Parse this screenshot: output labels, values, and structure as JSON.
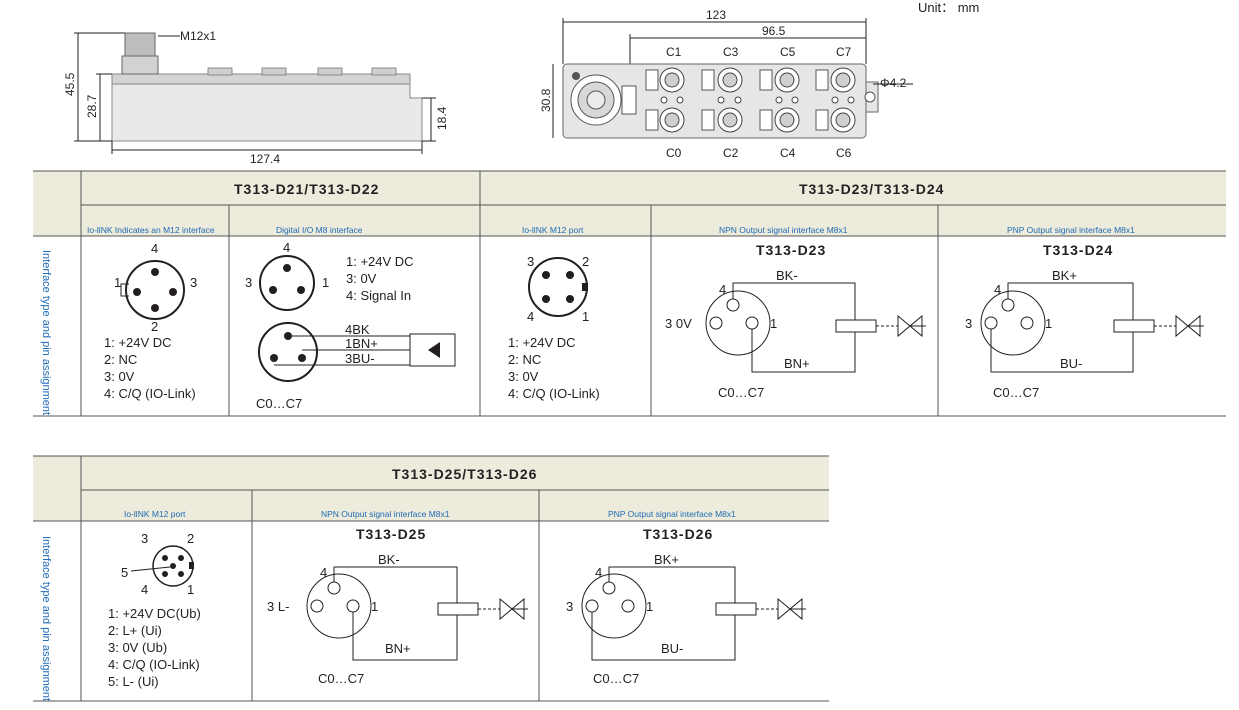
{
  "unit": "Unit： mm",
  "side_view": {
    "connector": "M12x1",
    "dim_height_total": "45.5",
    "dim_height_body": "28.7",
    "dim_step": "18.4",
    "dim_length": "127.4"
  },
  "top_view": {
    "dim_length": "123",
    "dim_pitch": "96.5",
    "dim_height": "30.8",
    "hole": "Φ4.2",
    "top_ports": [
      "C1",
      "C3",
      "C5",
      "C7"
    ],
    "bottom_ports": [
      "C0",
      "C2",
      "C4",
      "C6"
    ]
  },
  "side_label": "Interface type and pin assignment",
  "table1": {
    "group1_title": "T313-D21/T313-D22",
    "group2_title": "T313-D23/T313-D24",
    "col1_caption": "Io-llNK Indicates an M12 interface",
    "col2_caption": "Digital I/O M8 interface",
    "col3_caption": "Io-llNK  M12 port",
    "col4_caption": "NPN Output signal interface M8x1",
    "col5_caption": "PNP Output signal interface M8x1",
    "col1_pins_numbers": [
      "4",
      "1",
      "3",
      "2"
    ],
    "col1_pins": [
      "1: +24V  DC",
      "2: NC",
      "3: 0V",
      "4: C/Q  (IO-Link)"
    ],
    "col2_numbers": [
      "4",
      "3",
      "1"
    ],
    "col2_pins": [
      "1: +24V DC",
      "3: 0V",
      "4: Signal In"
    ],
    "col2_wires": [
      "4BK",
      "1BN+",
      "3BU-"
    ],
    "col2_ports": "C0…C7",
    "col3_numbers": [
      "3",
      "2",
      "4",
      "1"
    ],
    "col3_pins": [
      "1: +24V  DC",
      "2: NC",
      "3: 0V",
      "4: C/Q  (IO-Link)"
    ],
    "col4_title": "T313-D23",
    "col4_wires": [
      "BK-",
      "BN+"
    ],
    "col4_numbers": [
      "4",
      "3  0V",
      "1"
    ],
    "col4_ports": "C0…C7",
    "col5_title": "T313-D24",
    "col5_wires": [
      "BK+",
      "BU-"
    ],
    "col5_numbers": [
      "4",
      "3",
      "1"
    ],
    "col5_ports": "C0…C7"
  },
  "table2": {
    "group_title": "T313-D25/T313-D26",
    "col1_caption": "Io-llNK  M12 port",
    "col2_caption": "NPN Output signal interface M8x1",
    "col3_caption": "PNP Output signal interface M8x1",
    "col1_numbers": [
      "3",
      "2",
      "5",
      "4",
      "1"
    ],
    "col1_pins": [
      "1: +24V  DC(Ub)",
      "2: L+  (Ui)",
      "3:  0V   (Ub)",
      "4: C/Q  (IO-Link)",
      "5: L-  (Ui)"
    ],
    "col2_title": "T313-D25",
    "col2_wires": [
      "BK-",
      "BN+"
    ],
    "col2_numbers": [
      "4",
      "3  L-",
      "1"
    ],
    "col2_ports": "C0…C7",
    "col3_title": "T313-D26",
    "col3_wires": [
      "BK+",
      "BU-"
    ],
    "col3_numbers": [
      "4",
      "3",
      "1"
    ],
    "col3_ports": "C0…C7"
  }
}
